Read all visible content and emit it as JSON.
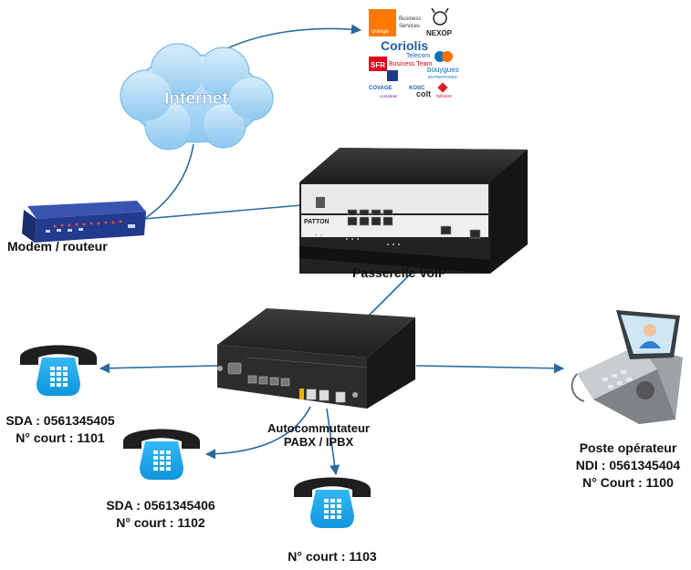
{
  "cloud": {
    "label": "Internet"
  },
  "modem": {
    "label": "Modem / routeur"
  },
  "gateway": {
    "label": "Passerelle VoIP",
    "brand": "PATTON"
  },
  "pabx": {
    "line1": "Autocommutateur",
    "line2": "PABX / IPBX"
  },
  "operator_post": {
    "title": "Poste opérateur",
    "ndi": "NDI : 0561345404",
    "short": "N° Court : 1100"
  },
  "phones": [
    {
      "sda": "SDA : 0561345405",
      "short": "N° court : 1101"
    },
    {
      "sda": "SDA : 0561345406",
      "short": "N° court : 1102"
    },
    {
      "sda": "",
      "short": "N° court : 1103"
    }
  ],
  "providers": {
    "orange": "orange",
    "orange_sub1": "Business",
    "orange_sub2": "Services",
    "nexop": "NEXOP",
    "coriolis": "Coriolis",
    "coriolis_sub": "Telecom",
    "sfr": "SFR",
    "sfr_sub": "Business Team",
    "bouygues": "bouygues",
    "bouygues_sub": "ENTREPRISES",
    "covage": "COVAGE",
    "kosc": "KOSC",
    "colt": "colt",
    "fullsave": "fullsave",
    "completel": "completel"
  },
  "colors": {
    "link": "#2a6aa0",
    "phone": "#1aa4ec",
    "cloud": "#aed8f5",
    "modem": "#2c3f93",
    "device": "#2a2a2a"
  }
}
